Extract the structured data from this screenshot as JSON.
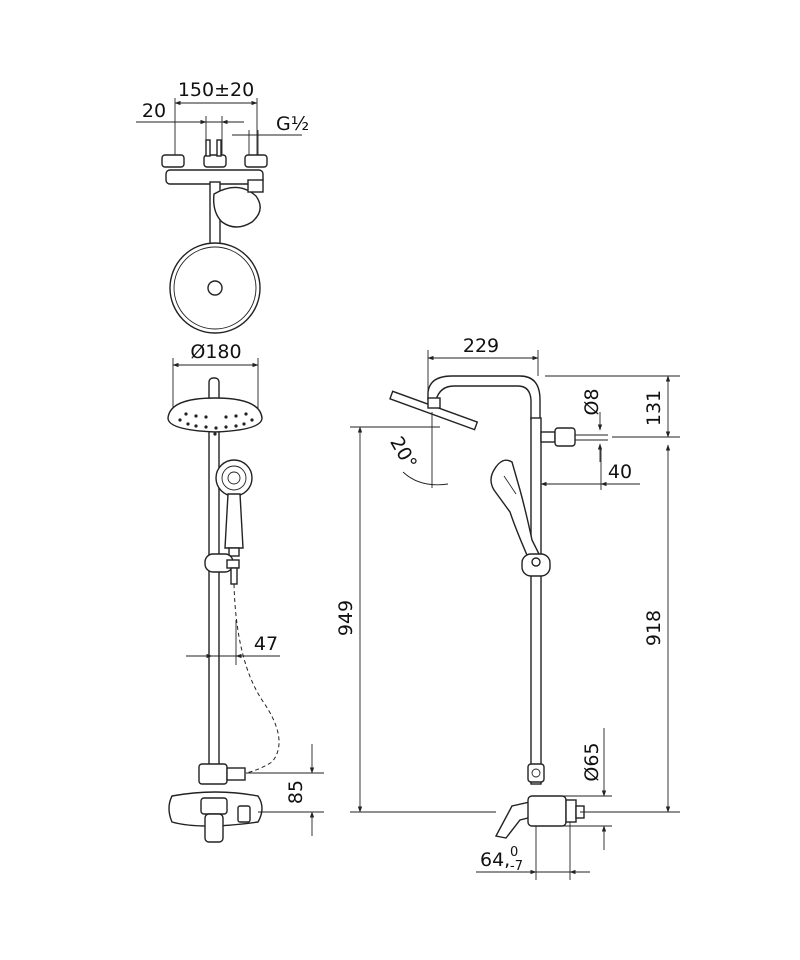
{
  "top_view": {
    "dim_width": "150±20",
    "dim_offset": "20",
    "dim_thread": "G½"
  },
  "front_view": {
    "dim_head_dia": "Ø180",
    "dim_offset": "47",
    "dim_inlet_height": "85"
  },
  "side_view": {
    "dim_reach": "229",
    "dim_pipe_dia": "Ø8",
    "dim_top": "131",
    "dim_angle": "20°",
    "dim_clearance": "40",
    "dim_total_height": "949",
    "dim_rail_height": "918",
    "dim_flange_dia": "Ø65",
    "dim_depth_main": "64,",
    "dim_depth_sup": "0",
    "dim_depth_sub": "-7"
  }
}
